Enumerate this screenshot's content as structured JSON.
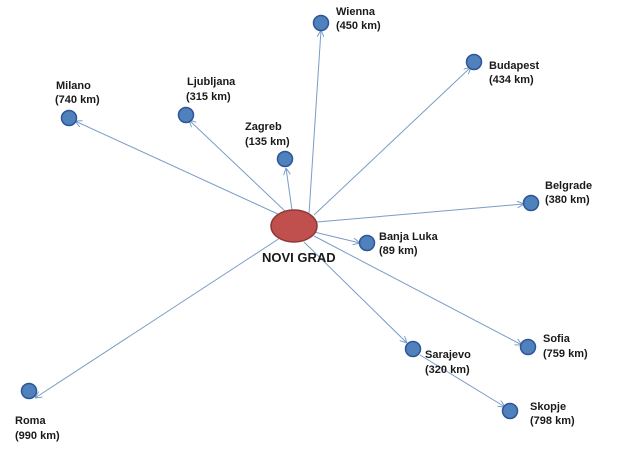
{
  "center": {
    "name": "NOVI GRAD",
    "color": "#c0504d"
  },
  "node_color": "#4f81bd",
  "edge_color": "#7a9cc8",
  "cities": [
    {
      "name": "Wienna",
      "distance": "(450 km)"
    },
    {
      "name": "Budapest",
      "distance": "(434 km)"
    },
    {
      "name": "Milano",
      "distance": "(740 km)"
    },
    {
      "name": "Ljubljana",
      "distance": "(315 km)"
    },
    {
      "name": "Zagreb",
      "distance": "(135 km)"
    },
    {
      "name": "Belgrade",
      "distance": "(380 km)"
    },
    {
      "name": "Banja Luka",
      "distance": "(89 km)"
    },
    {
      "name": "Sofia",
      "distance": "(759 km)"
    },
    {
      "name": "Sarajevo",
      "distance": "(320 km)"
    },
    {
      "name": "Skopje",
      "distance": "(798 km)"
    },
    {
      "name": "Roma",
      "distance": "(990 km)"
    }
  ]
}
